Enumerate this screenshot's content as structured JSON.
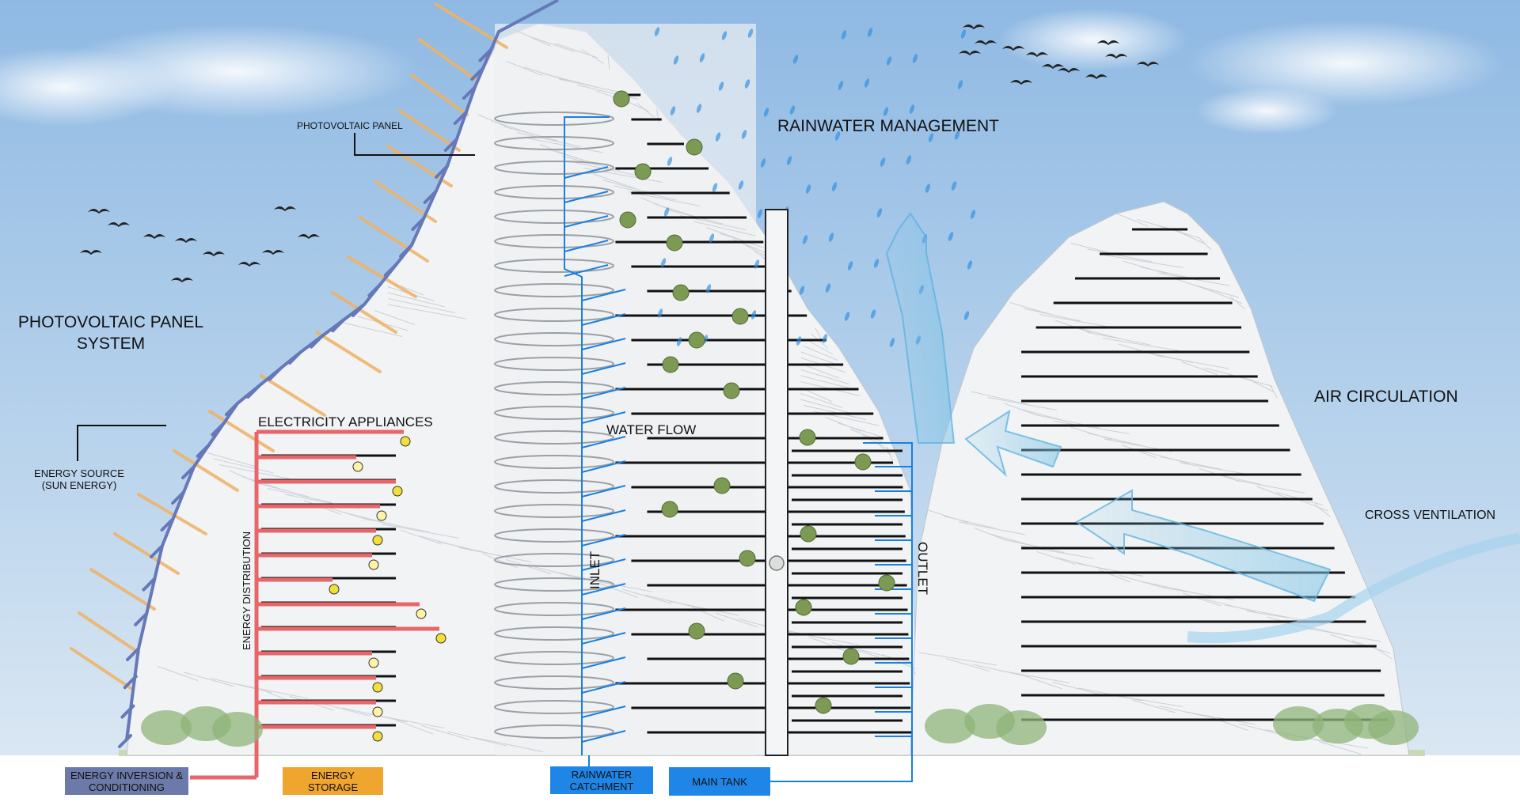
{
  "labels": {
    "photovoltaic_panel": "PHOTOVOLTAIC PANEL",
    "pv_system": "PHOTOVOLTAIC PANEL SYSTEM",
    "energy_source": "ENERGY SOURCE (SUN ENERGY)",
    "electricity_appliances": "ELECTRICITY APPLIANCES",
    "energy_distribution": "ENERGY DISTRIBUTION",
    "rainwater_management": "RAINWATER MANAGEMENT",
    "water_flow": "WATER FLOW",
    "inlet": "INLET",
    "outlet": "OUTLET",
    "air_circulation": "AIR CIRCULATION",
    "cross_ventilation": "CROSS VENTILATION"
  },
  "boxes": {
    "energy_inversion": "ENERGY INVERSION & CONDITIONING",
    "energy_storage": "ENERGY STORAGE",
    "rainwater_catchment": "RAINWATER CATCHMENT",
    "main_tank": "MAIN TANK"
  },
  "colors": {
    "sky": "#9fc3e6",
    "energy_red": "#e8666a",
    "water_blue": "#1a7fe0",
    "solar_orange": "#f0b265",
    "pv_panel": "#6678b8",
    "inversion_box": "#6b7aa8",
    "storage_box": "#f0a52e",
    "catchment_box": "#1f86e8",
    "tank_box": "#1f86e8"
  }
}
